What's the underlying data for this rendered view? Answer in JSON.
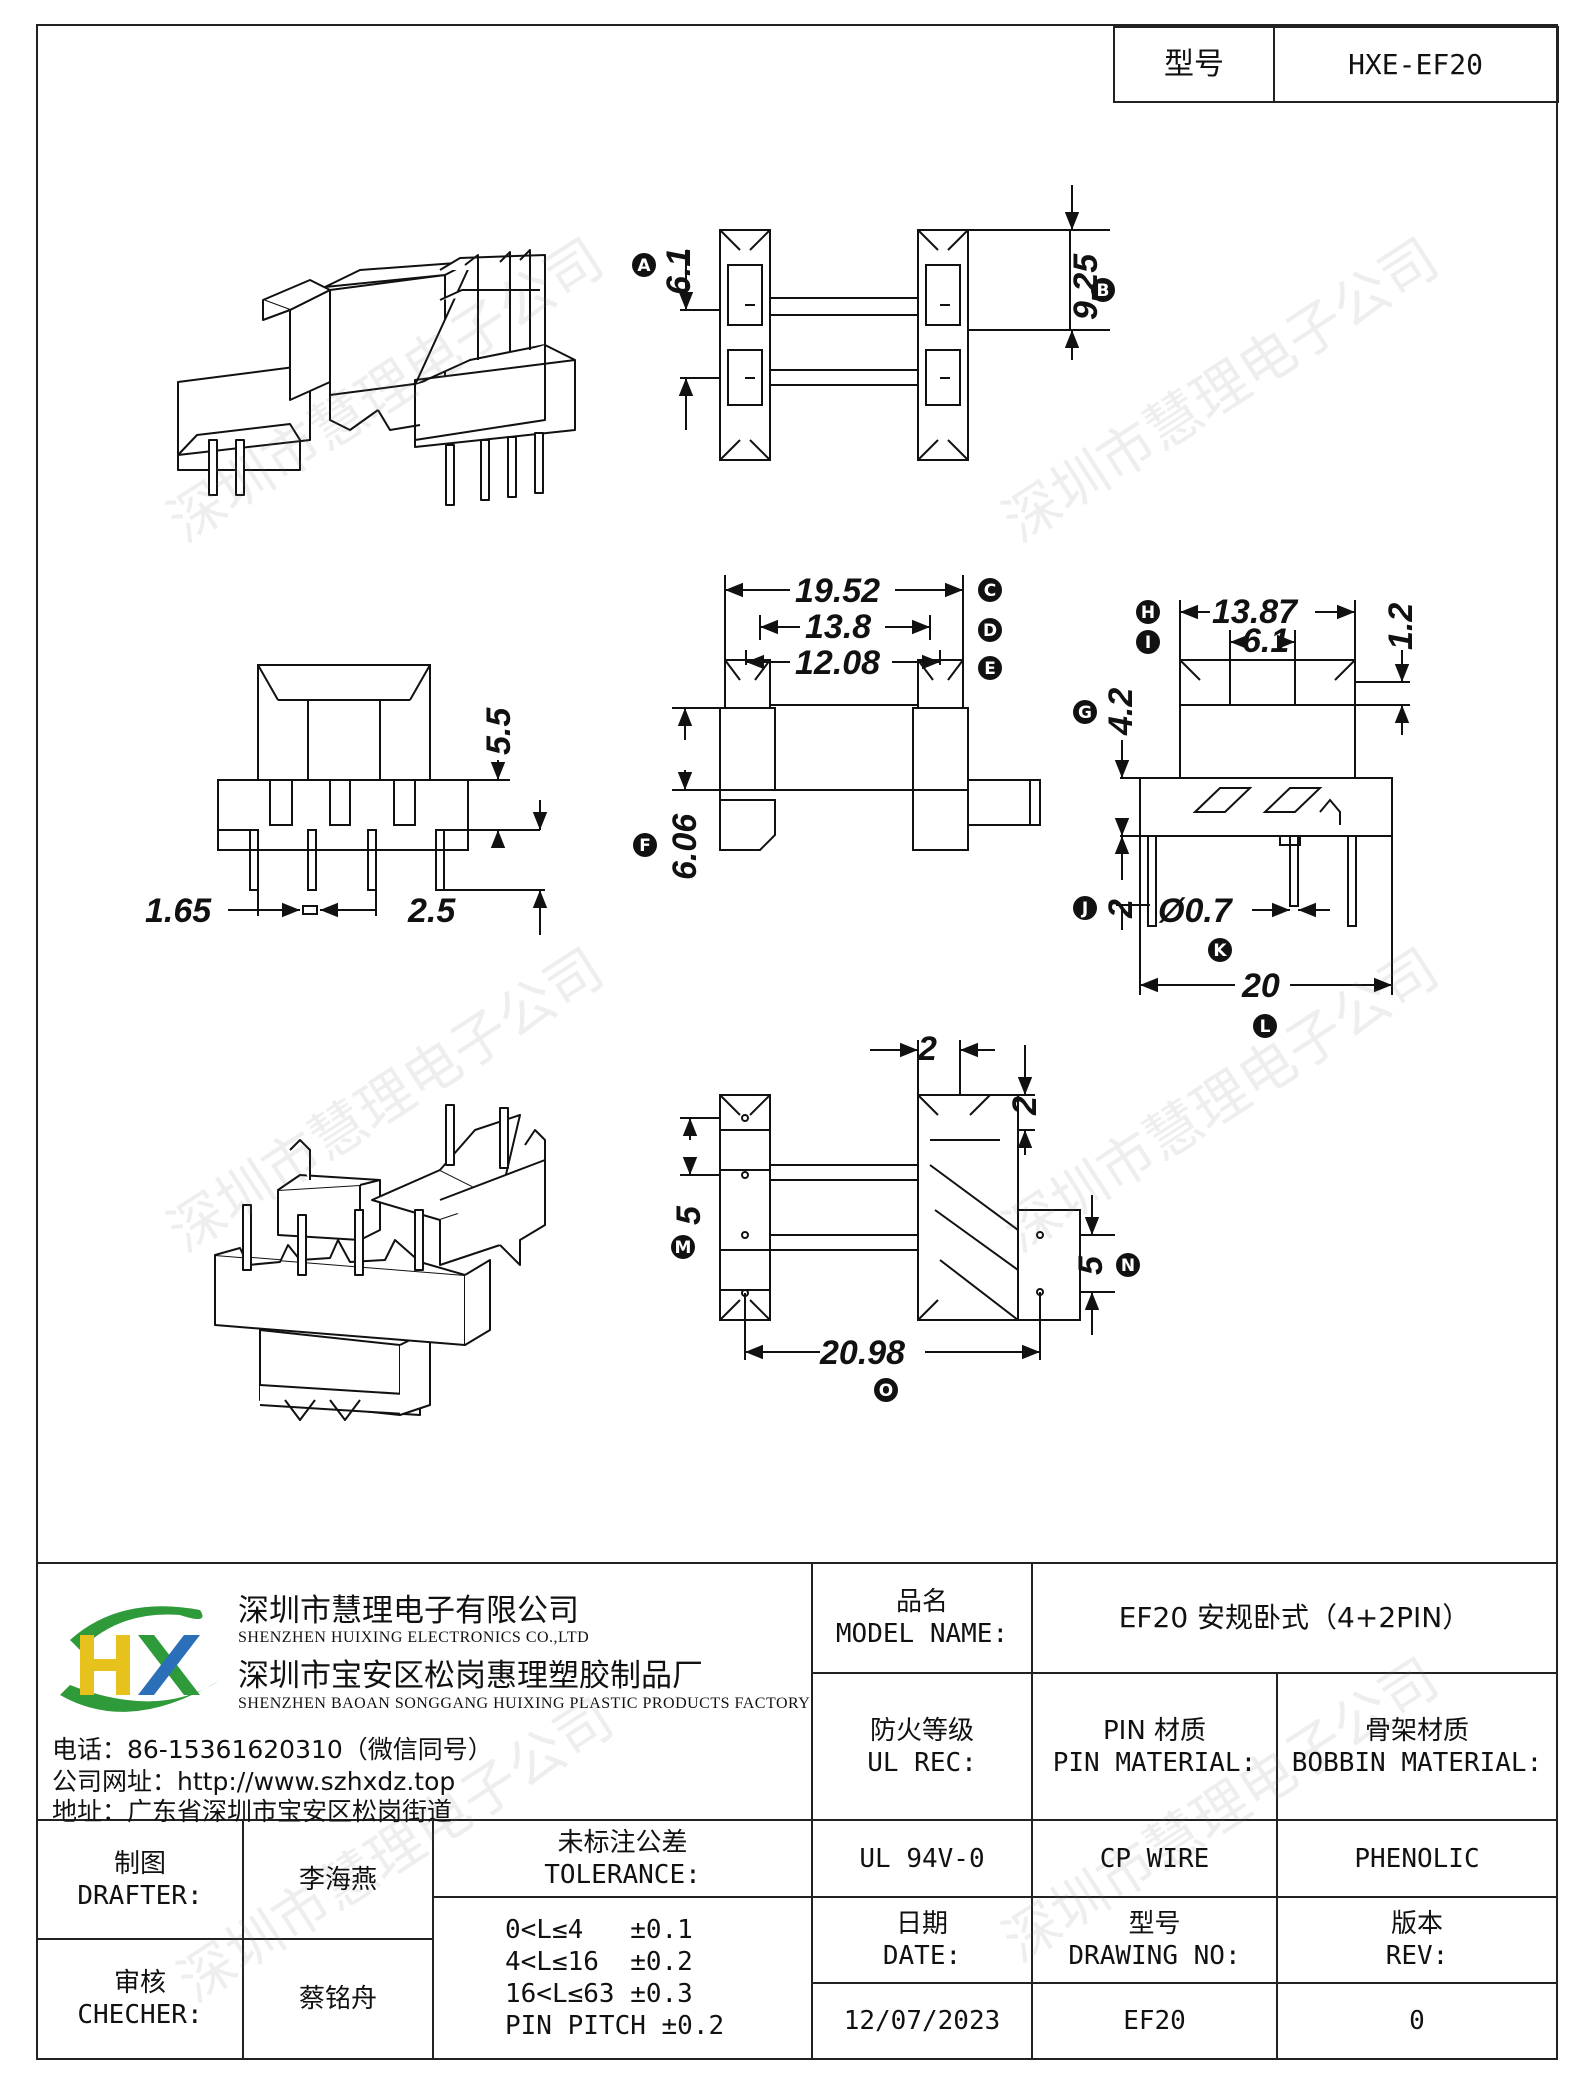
{
  "header": {
    "model_label": "型号",
    "model_value": "HXE-EF20"
  },
  "dimensions": {
    "a": "6.1",
    "b": "9.25",
    "c": "19.52",
    "d": "13.8",
    "e": "12.08",
    "f": "6.06",
    "g": "4.2",
    "h": "13.87",
    "i": "6.1",
    "h_side": "1.2",
    "j": "2",
    "k": "Ø0.7",
    "l": "20",
    "m": "5",
    "n": "5",
    "o": "20.98",
    "top_2a": "2",
    "top_2b": "2",
    "front_55": "5.5",
    "front_165": "1.65",
    "front_25": "2.5"
  },
  "markers": [
    "A",
    "B",
    "C",
    "D",
    "E",
    "F",
    "G",
    "H",
    "I",
    "J",
    "K",
    "L",
    "M",
    "N",
    "O"
  ],
  "company": {
    "name_cn": "深圳市慧理电子有限公司",
    "name_en": "SHENZHEN HUIXING ELECTRONICS CO.,LTD",
    "factory_cn": "深圳市宝安区松岗惠理塑胶制品厂",
    "factory_en": "SHENZHEN BAOAN SONGGANG HUIXING PLASTIC PRODUCTS FACTORY",
    "phone": "电话：86-15361620310（微信同号）",
    "website": "公司网址：http://www.szhxdz.top",
    "address": "地址：广东省深圳市宝安区松岗街道",
    "logo_text": "HX",
    "logo_colors": {
      "green": "#2f9a3a",
      "yellow": "#e7c21c",
      "blue": "#2a6fb7"
    }
  },
  "watermark": "深圳市慧理电子公司",
  "titleblock": {
    "model_name_cn": "品名",
    "model_name_en": "MODEL NAME:",
    "model_name_value": "EF20 安规卧式（4+2PIN）",
    "ul_cn": "防火等级",
    "ul_en": "UL REC:",
    "pin_cn": "PIN 材质",
    "pin_en": "PIN MATERIAL:",
    "bobbin_cn": "骨架材质",
    "bobbin_en": "BOBBIN MATERIAL:",
    "ul_value": "UL 94V-0",
    "pin_value": "CP WIRE",
    "bobbin_value": "PHENOLIC",
    "drafter_cn": "制图",
    "drafter_en": "DRAFTER:",
    "drafter_value": "李海燕",
    "checker_cn": "审核",
    "checker_en": "CHECHER:",
    "checker_value": "蔡铭舟",
    "tolerance_cn": "未标注公差",
    "tolerance_en": "TOLERANCE:",
    "tolerance_lines": [
      "0<L≤4   ±0.1",
      "4<L≤16  ±0.2",
      "16<L≤63 ±0.3",
      "PIN PITCH ±0.2"
    ],
    "date_cn": "日期",
    "date_en": "DATE:",
    "drawing_cn": "型号",
    "drawing_en": "DRAWING NO:",
    "rev_cn": "版本",
    "rev_en": "REV:",
    "date_value": "12/07/2023",
    "drawing_value": "EF20",
    "rev_value": "0"
  }
}
